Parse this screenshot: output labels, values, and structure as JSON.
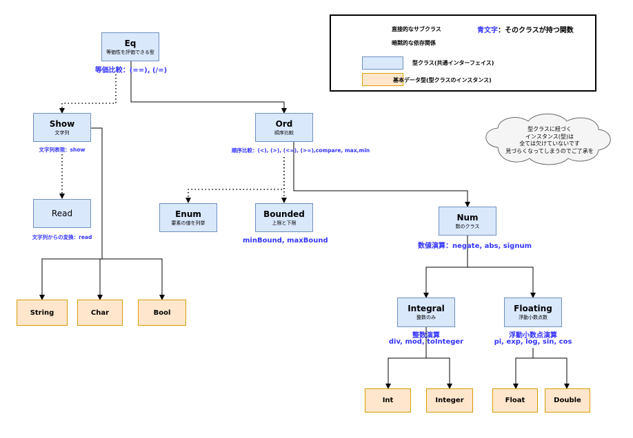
{
  "nodes": {
    "eq": {
      "title": "Eq",
      "subtitle": "等価性を評価できる型"
    },
    "show": {
      "title": "Show",
      "subtitle": "文字列"
    },
    "read": {
      "title": "Read"
    },
    "ord": {
      "title": "Ord",
      "subtitle": "順序比較"
    },
    "enum": {
      "title": "Enum",
      "subtitle": "要素の値を列挙"
    },
    "bounded": {
      "title": "Bounded",
      "subtitle": "上限と下限"
    },
    "num": {
      "title": "Num",
      "subtitle": "数のクラス"
    },
    "integral": {
      "title": "Integral",
      "subtitle": "整数のみ"
    },
    "floating": {
      "title": "Floating",
      "subtitle": "浮動小数点数"
    }
  },
  "functions": {
    "eq": "等価比較：(==), (/=)",
    "show": "文字列表現：show",
    "read": "文字列からの変換：read",
    "ord": "順序比較：(<), (>), (<=), (>=),compare, max,min",
    "bounded": "minBound, maxBound",
    "num": "数値演算：negate, abs, signum",
    "integral_1": "整数演算",
    "integral_2": "div, mod, toInteger",
    "floating_1": "浮動小数点演算",
    "floating_2": "pi, exp, log, sin, cos"
  },
  "instances": {
    "string": "String",
    "char": "Char",
    "bool": "Bool",
    "int": "Int",
    "integer": "Integer",
    "float": "Float",
    "double": "Double"
  },
  "legend": {
    "direct_subclass": "直接的なサブクラス",
    "implicit_dependency": "暗黙的な依存関係",
    "blue_text": "青文字：そのクラスが持つ関数",
    "typeclass": "型クラス(共通インターフェイス)",
    "basic_type": "基本データ型(型クラスのインスタンス)"
  },
  "note": {
    "lines": [
      "型クラスに紐づく",
      "インスタンス(型)は",
      "全ては欠けていないです",
      "見づらくなってしまうのでご了承を"
    ]
  },
  "colors": {
    "class_fill": "#dae8fc",
    "class_border": "#6c8ebf",
    "type_fill": "#ffe6cc",
    "type_border": "#d79b00",
    "function_text": "#3333ff",
    "cloud_fill": "#f5f5f5"
  }
}
